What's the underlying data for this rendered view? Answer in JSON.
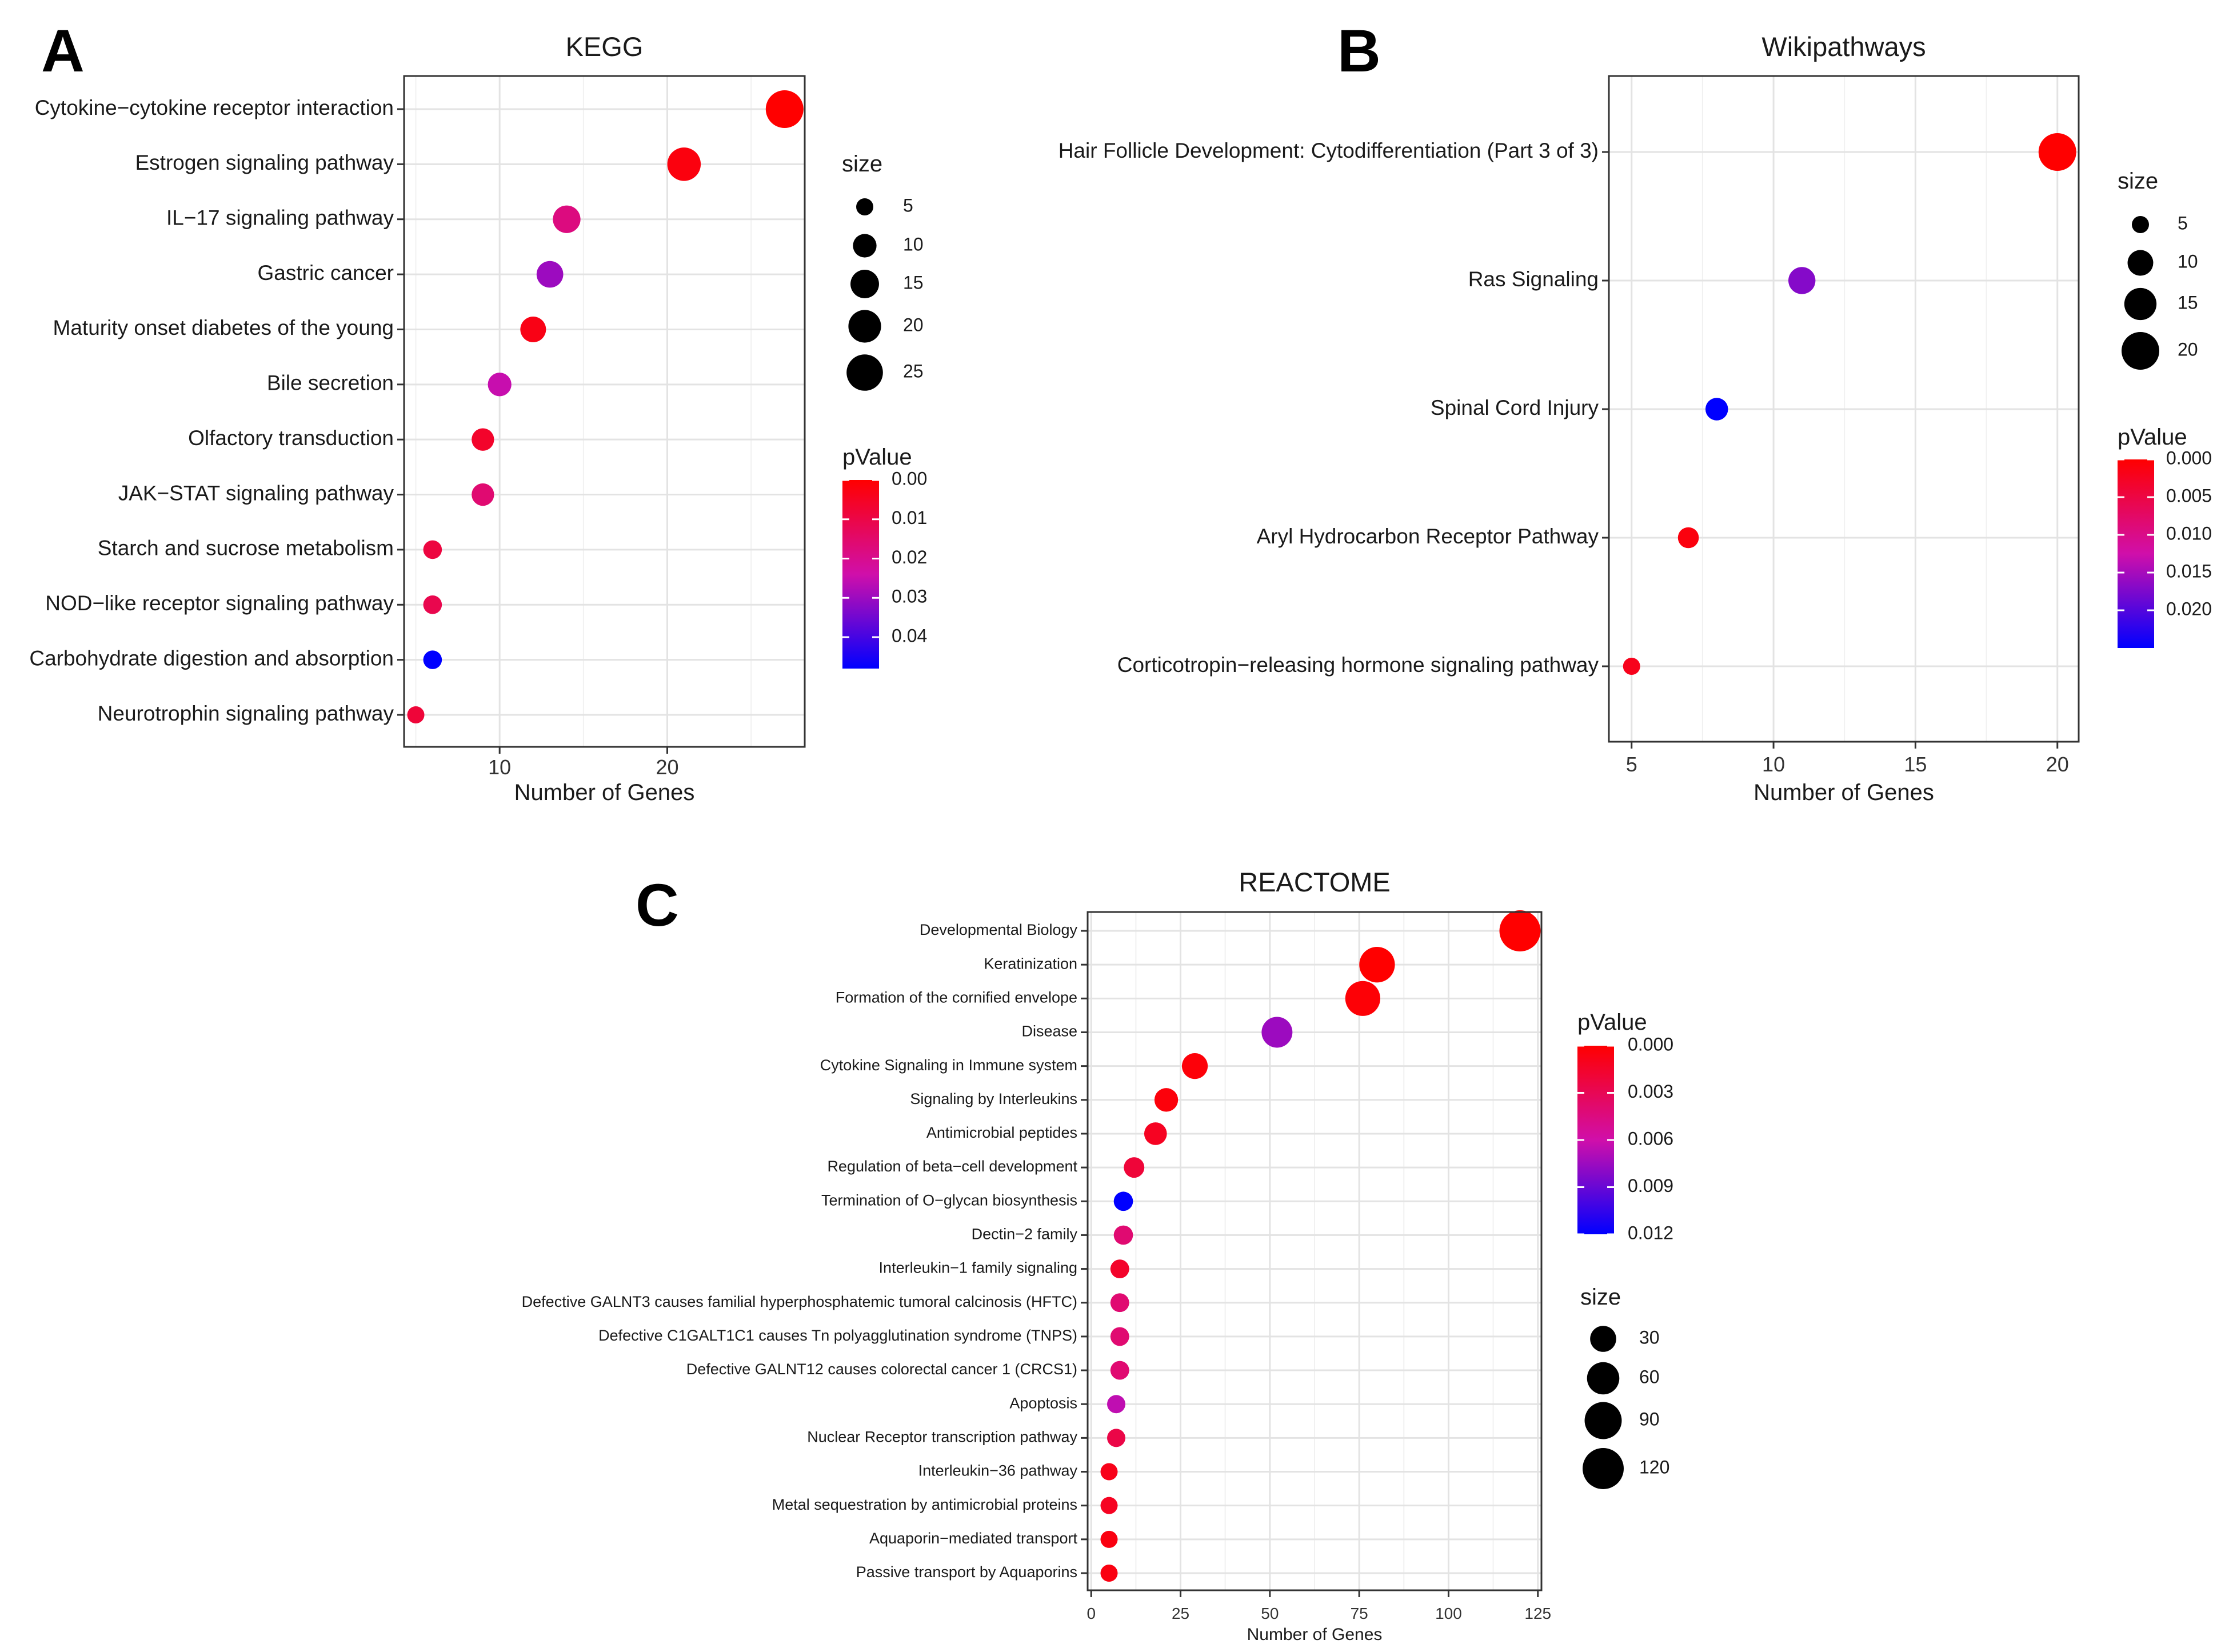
{
  "panels": [
    {
      "letter": "A"
    },
    {
      "letter": "B"
    },
    {
      "letter": "C"
    }
  ],
  "chart_data": [
    {
      "type": "scatter",
      "title": "KEGG",
      "xlabel": "Number of Genes",
      "ylabel": "",
      "xlim": [
        4.3,
        28.2
      ],
      "xticks": [
        10,
        20
      ],
      "grid": true,
      "categories": [
        "Cytokine−cytokine receptor interaction",
        "Estrogen signaling pathway",
        "IL−17 signaling pathway",
        "Gastric cancer",
        "Maturity onset diabetes of the young",
        "Bile secretion",
        "Olfactory transduction",
        "JAK−STAT signaling pathway",
        "Starch and sucrose metabolism",
        "NOD−like receptor signaling pathway",
        "Carbohydrate digestion and absorption",
        "Neurotrophin signaling pathway"
      ],
      "x": [
        27,
        21,
        14,
        13,
        12,
        10,
        9,
        9,
        6,
        6,
        6,
        5
      ],
      "size": [
        27,
        21,
        14,
        13,
        12,
        10,
        9,
        9,
        6,
        6,
        6,
        5
      ],
      "pValue": [
        0.0,
        0.002,
        0.018,
        0.03,
        0.003,
        0.025,
        0.006,
        0.016,
        0.009,
        0.011,
        0.048,
        0.008
      ],
      "size_legend": {
        "title": "size",
        "values": [
          5,
          10,
          15,
          20,
          25
        ]
      },
      "color_legend": {
        "title": "pValue",
        "ticks": [
          "0.00",
          "0.01",
          "0.02",
          "0.03",
          "0.04"
        ],
        "min": 0.0,
        "max": 0.048,
        "low_color": "#ff0000",
        "mid_color": "#d00faa",
        "high_color": "#0000ff"
      }
    },
    {
      "type": "scatter",
      "title": "Wikipathways",
      "xlabel": "Number of Genes",
      "ylabel": "",
      "xlim": [
        4.2,
        20.75
      ],
      "xticks": [
        5,
        10,
        15,
        20
      ],
      "grid": true,
      "categories": [
        "Hair Follicle Development: Cytodifferentiation (Part 3 of 3)",
        "Ras Signaling",
        "Spinal Cord Injury",
        "Aryl Hydrocarbon Receptor Pathway",
        "Corticotropin−releasing hormone signaling pathway"
      ],
      "x": [
        20,
        11,
        8,
        7,
        5
      ],
      "size": [
        20,
        11,
        8,
        7,
        5
      ],
      "pValue": [
        0.0,
        0.017,
        0.025,
        0.001,
        0.002
      ],
      "size_legend": {
        "title": "size",
        "values": [
          5,
          10,
          15,
          20
        ]
      },
      "color_legend": {
        "title": "pValue",
        "ticks": [
          "0.000",
          "0.005",
          "0.010",
          "0.015",
          "0.020"
        ],
        "min": 0.0,
        "max": 0.025,
        "low_color": "#ff0000",
        "mid_color": "#d00faa",
        "high_color": "#0000ff"
      }
    },
    {
      "type": "scatter",
      "title": "REACTOME",
      "xlabel": "Number of Genes",
      "ylabel": "",
      "xlim": [
        -1,
        126
      ],
      "xticks": [
        0,
        25,
        50,
        75,
        100,
        125
      ],
      "grid": true,
      "categories": [
        "Developmental Biology",
        "Keratinization",
        "Formation of the cornified envelope",
        "Disease",
        "Cytokine Signaling in Immune system",
        "Signaling by Interleukins",
        "Antimicrobial peptides",
        "Regulation of beta−cell development",
        "Termination of O−glycan biosynthesis",
        "Dectin−2 family",
        "Interleukin−1 family signaling",
        "Defective GALNT3 causes familial hyperphosphatemic tumoral calcinosis (HFTC)",
        "Defective C1GALT1C1 causes Tn polyagglutination syndrome (TNPS)",
        "Defective GALNT12 causes colorectal cancer 1 (CRCS1)",
        "Apoptosis",
        "Nuclear Receptor transcription pathway",
        "Interleukin−36 pathway",
        "Metal sequestration by antimicrobial proteins",
        "Aquaporin−mediated transport",
        "Passive transport by Aquaporins"
      ],
      "x": [
        120,
        80,
        76,
        52,
        29,
        21,
        18,
        12,
        9,
        9,
        8,
        8,
        8,
        8,
        7,
        7,
        5,
        5,
        5,
        5
      ],
      "size": [
        120,
        80,
        76,
        52,
        29,
        21,
        18,
        12,
        9,
        9,
        8,
        8,
        8,
        8,
        7,
        7,
        5,
        5,
        5,
        5
      ],
      "pValue": [
        0.0,
        0.0,
        0.0002,
        0.0075,
        0.0003,
        0.0004,
        0.0012,
        0.002,
        0.012,
        0.004,
        0.0015,
        0.004,
        0.004,
        0.004,
        0.0065,
        0.0025,
        0.0009,
        0.0012,
        0.0006,
        0.0006
      ],
      "size_legend": {
        "title": "size",
        "values": [
          30,
          60,
          90,
          120
        ]
      },
      "color_legend": {
        "title": "pValue",
        "ticks": [
          "0.000",
          "0.003",
          "0.006",
          "0.009",
          "0.012"
        ],
        "min": 0.0,
        "max": 0.012,
        "low_color": "#ff0000",
        "mid_color": "#d00faa",
        "high_color": "#0000ff"
      }
    }
  ]
}
